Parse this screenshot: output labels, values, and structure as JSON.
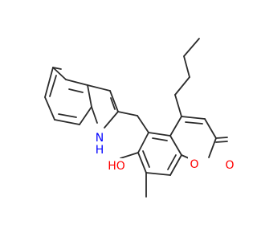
{
  "diagram": {
    "type": "chemical-structure",
    "atoms": {
      "nh": {
        "text": "N",
        "sub": "H",
        "color": "#0000ff"
      },
      "ho": {
        "text": "HO",
        "color": "#ff0000"
      },
      "o_ring": {
        "text": "O",
        "color": "#ff0000"
      },
      "o_carbonyl": {
        "text": "O",
        "color": "#ff0000"
      }
    }
  }
}
